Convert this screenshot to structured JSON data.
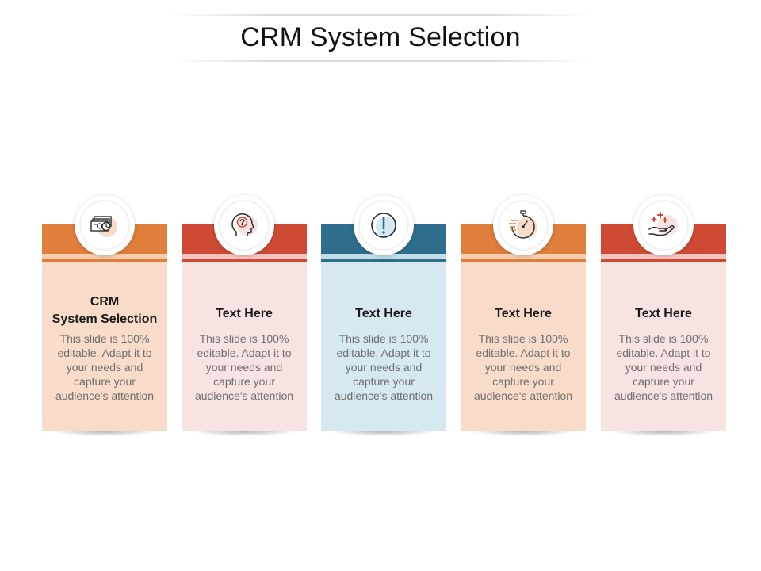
{
  "slide": {
    "title": "CRM System Selection"
  },
  "cards": [
    {
      "heading_line1": "CRM",
      "heading_line2": "System Selection",
      "description": "This slide is 100% editable. Adapt it to your needs and capture your audience's attention",
      "icon": "money-clock-icon",
      "theme_color": "#e07e3b"
    },
    {
      "heading": "Text Here",
      "description": "This slide is 100% editable. Adapt it to your needs and capture your audience's attention",
      "icon": "head-question-icon",
      "theme_color": "#cf4a35"
    },
    {
      "heading": "Text Here",
      "description": "This slide is 100% editable. Adapt it to your needs and capture your audience's attention",
      "icon": "exclamation-icon",
      "theme_color": "#2e6d8b"
    },
    {
      "heading": "Text Here",
      "description": "This slide is 100% editable. Adapt it to your needs and capture your audience's attention",
      "icon": "stopwatch-icon",
      "theme_color": "#e07e3b"
    },
    {
      "heading": "Text Here",
      "description": "This slide is 100% editable. Adapt it to your needs and capture your audience's attention",
      "icon": "hand-plus-icon",
      "theme_color": "#cf4a35"
    }
  ]
}
